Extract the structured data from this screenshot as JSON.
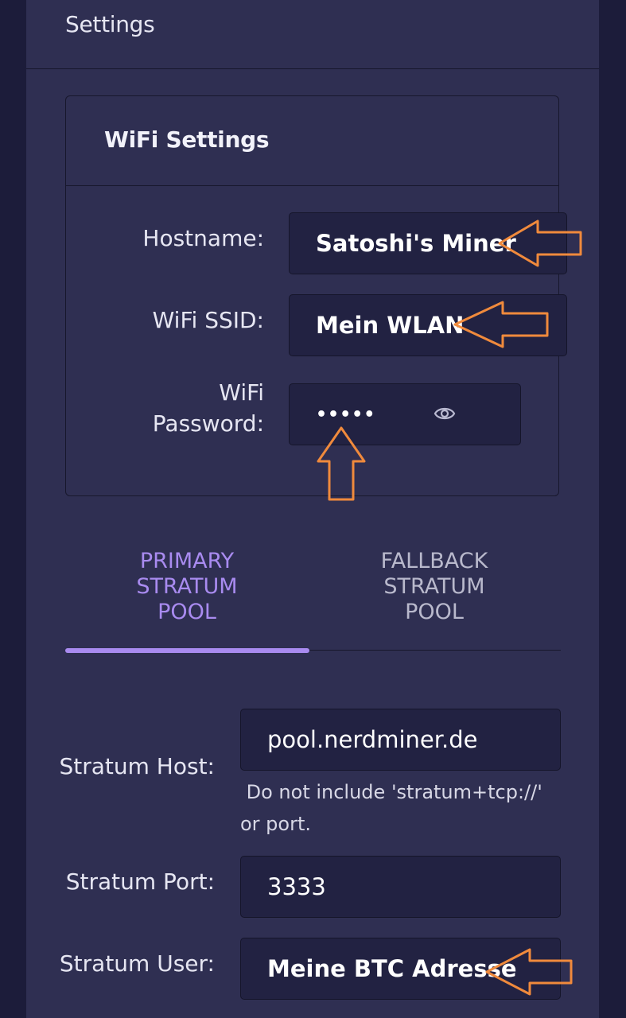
{
  "header": {
    "title": "Settings"
  },
  "wifi": {
    "title": "WiFi Settings",
    "hostname": {
      "label": "Hostname:",
      "value": "Satoshi's Miner"
    },
    "ssid": {
      "label": "WiFi SSID:",
      "value": "Mein WLAN"
    },
    "password": {
      "label_line1": "WiFi",
      "label_line2": "Password:",
      "value": "•••••"
    }
  },
  "tabs": {
    "primary": {
      "line1": "PRIMARY",
      "line2": "STRATUM",
      "line3": "POOL"
    },
    "fallback": {
      "line1": "FALLBACK",
      "line2": "STRATUM",
      "line3": "POOL"
    }
  },
  "stratum": {
    "host": {
      "label": "Stratum Host:",
      "value": "pool.nerdminer.de",
      "hint_line1": " Do not include 'stratum+tcp://'",
      "hint_line2": "or port."
    },
    "port": {
      "label": "Stratum Port:",
      "value": "3333"
    },
    "user": {
      "label": "Stratum User:",
      "value": "Meine BTC Adresse"
    }
  },
  "colors": {
    "background": "#1c1c3a",
    "panel": "#2f2f52",
    "input": "#222242",
    "accent": "#a98bf0",
    "annotation_arrow": "#f08a3c"
  },
  "icons": {
    "show_password": "eye-icon",
    "annotation": "arrow-annotation-icon"
  }
}
